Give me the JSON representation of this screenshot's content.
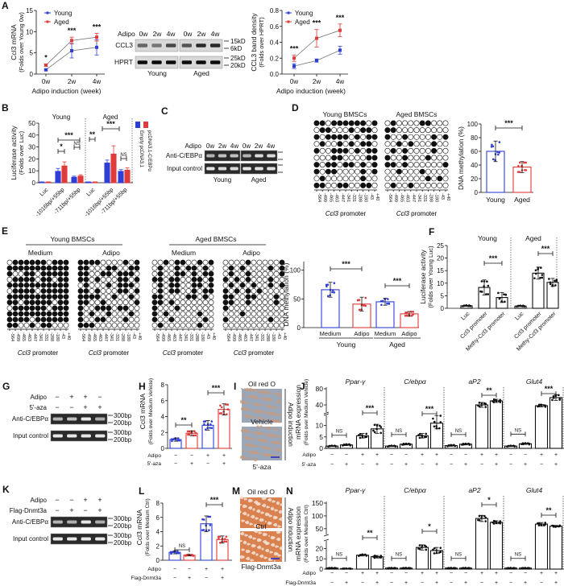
{
  "panel_labels": {
    "A": "A",
    "B": "B",
    "C": "C",
    "D": "D",
    "E": "E",
    "F": "F",
    "G": "G",
    "H": "H",
    "I": "I",
    "J": "J",
    "K": "K",
    "L": "L",
    "M": "M",
    "N": "N"
  },
  "colors": {
    "young": "#2f3fd6",
    "aged": "#e03a3a",
    "ink": "#111111"
  },
  "chart_data": [
    {
      "id": "A1",
      "type": "line",
      "x": [
        "0w",
        "2w",
        "4w"
      ],
      "xlabel": "Adipo induction (week)",
      "ylabel": [
        "Ccl3 mRNA",
        "(Folds over Young 0w)"
      ],
      "ylim": [
        0,
        15
      ],
      "yticks": [
        "0",
        "5",
        "10",
        "15"
      ],
      "legend": "top-left",
      "series": [
        {
          "name": "Young",
          "values": [
            1.0,
            5.5,
            6.3
          ],
          "errors": [
            0.2,
            1.7,
            1.8
          ]
        },
        {
          "name": "Aged",
          "values": [
            2.1,
            7.9,
            8.7
          ],
          "errors": [
            0.3,
            0.8,
            0.9
          ]
        }
      ],
      "significance": [
        "*",
        "***",
        "***"
      ]
    },
    {
      "id": "A2",
      "type": "line",
      "x": [
        "0w",
        "2w",
        "4w"
      ],
      "xlabel": "Adipo induction (week)",
      "ylabel": [
        "CCL3 band density",
        "(Folds over HPRT)"
      ],
      "ylim": [
        0,
        0.8
      ],
      "yticks": [
        "0.0",
        "0.2",
        "0.4",
        "0.6",
        "0.8"
      ],
      "legend": "top-left",
      "series": [
        {
          "name": "Young",
          "values": [
            0.1,
            0.17,
            0.3
          ],
          "errors": [
            0.03,
            0.02,
            0.05
          ]
        },
        {
          "name": "Aged",
          "values": [
            0.2,
            0.45,
            0.55
          ],
          "errors": [
            0.04,
            0.11,
            0.08
          ]
        }
      ],
      "significance": [
        "***",
        "***",
        "***"
      ]
    },
    {
      "id": "B",
      "type": "bar",
      "groups": [
        "Young",
        "Aged"
      ],
      "categories": [
        "Luc",
        "-1016bp/+55bp",
        "-711bp/+55bp"
      ],
      "ylabel": [
        "Luciferase activity",
        "(Folds over Luc)"
      ],
      "ylim": [
        0,
        50
      ],
      "yticks": [
        "0",
        "10",
        "20",
        "30",
        "40",
        "50"
      ],
      "legend": "right",
      "series": [
        {
          "name": "Empty pcDNA3.1",
          "values": [
            [
              0.5,
              9.5,
              4.5
            ],
            [
              0.5,
              16.5,
              9.5
            ]
          ],
          "errors": [
            [
              0.2,
              2.5,
              1.0
            ],
            [
              0.2,
              2.5,
              1.5
            ]
          ]
        },
        {
          "name": "pcDNA3.1-C/EBPα",
          "values": [
            [
              0.5,
              14,
              5.5
            ],
            [
              0.5,
              24,
              10.5
            ]
          ],
          "errors": [
            [
              0.2,
              3.5,
              1.2
            ],
            [
              0.2,
              7,
              2.0
            ]
          ]
        }
      ],
      "significance": [
        [
          "*",
          "***",
          "NS"
        ],
        [
          "**",
          "***",
          "NS"
        ]
      ]
    },
    {
      "id": "D",
      "type": "bar",
      "categories": [
        "Young",
        "Aged"
      ],
      "values": [
        60,
        37
      ],
      "errors": [
        15,
        8
      ],
      "ylabel": [
        "DNA methylation (%)"
      ],
      "ylim": [
        0,
        100
      ],
      "yticks": [
        "0",
        "20",
        "40",
        "60",
        "80",
        "100"
      ],
      "significance": "***"
    },
    {
      "id": "E",
      "type": "bar",
      "groups": [
        "Young",
        "Aged"
      ],
      "categories": [
        "Medium",
        "Adipo"
      ],
      "values": [
        [
          66,
          41
        ],
        [
          45,
          24
        ]
      ],
      "errors": [
        [
          13,
          12
        ],
        [
          6,
          4
        ]
      ],
      "ylabel": [
        "DNA methylation (%)"
      ],
      "ylim": [
        0,
        115
      ],
      "yticks": [
        "0",
        "50",
        "100"
      ],
      "significance": [
        "***",
        "***"
      ]
    },
    {
      "id": "F",
      "type": "bar",
      "groups": [
        "Young",
        "Aged"
      ],
      "categories": [
        "Luc",
        "Ccl3 promoter",
        "Methy-Ccl3 promoter"
      ],
      "values": [
        [
          1,
          8.3,
          4.3
        ],
        [
          0.9,
          14,
          10.3
        ]
      ],
      "errors": [
        [
          0.2,
          3,
          2
        ],
        [
          0.2,
          2.4,
          1.6
        ]
      ],
      "ylabel": [
        "Luciferase activity",
        "(Folds over Young Luc)"
      ],
      "ylim": [
        0,
        25
      ],
      "yticks": [
        "0",
        "5",
        "10",
        "15",
        "20",
        "25"
      ],
      "significance": [
        "***",
        "***"
      ]
    },
    {
      "id": "H",
      "type": "bar",
      "conditions": [
        {
          "name": "Adipo",
          "values": [
            "−",
            "−",
            "+",
            "+"
          ]
        },
        {
          "name": "5'-aza",
          "values": [
            "−",
            "+",
            "−",
            "+"
          ]
        }
      ],
      "values": [
        1.1,
        1.9,
        2.9,
        4.9
      ],
      "errors": [
        0.2,
        0.3,
        0.6,
        0.7
      ],
      "ylabel": [
        "Ccl3 mRNA",
        "(Folds over Medium Vehicle)"
      ],
      "ylim": [
        0,
        8
      ],
      "yticks": [
        "0",
        "2",
        "4",
        "6",
        "8"
      ],
      "significance": [
        "**",
        "***"
      ]
    },
    {
      "id": "J",
      "type": "bar",
      "genes": [
        "Ppar-γ",
        "C/ebpα",
        "aP2",
        "Glut4"
      ],
      "conditions": [
        {
          "name": "Adipo",
          "values": [
            "−",
            "−",
            "+",
            "+"
          ]
        },
        {
          "name": "5'-aza",
          "values": [
            "−",
            "+",
            "−",
            "+"
          ]
        }
      ],
      "values": [
        [
          1,
          1.5,
          5.5,
          8.5
        ],
        [
          1,
          1.8,
          5.5,
          11
        ],
        [
          1.2,
          1.8,
          40,
          50
        ],
        [
          1,
          2,
          38,
          58
        ]
      ],
      "errors": [
        [
          0.2,
          0.3,
          1,
          2
        ],
        [
          0.2,
          0.3,
          1,
          2.5
        ],
        [
          0.3,
          0.3,
          6,
          4
        ],
        [
          0.2,
          0.3,
          3,
          7
        ]
      ],
      "ylabel": [
        "mRNA expression",
        "(Folds over Medium Vehicle)"
      ],
      "yaxis_break": true,
      "yticks_lower": [
        "0",
        "5",
        "10"
      ],
      "yticks_upper": [
        "40",
        "80"
      ],
      "significance": [
        [
          "NS",
          "***"
        ],
        [
          "NS",
          "***"
        ],
        [
          "NS",
          "**"
        ],
        [
          "NS",
          "***"
        ]
      ]
    },
    {
      "id": "L",
      "type": "bar",
      "conditions": [
        {
          "name": "Adipo",
          "values": [
            "−",
            "−",
            "+",
            "+"
          ]
        },
        {
          "name": "Flag-Dnmt3a",
          "values": [
            "−",
            "+",
            "−",
            "+"
          ]
        }
      ],
      "values": [
        1.1,
        0.7,
        5.1,
        2.9
      ],
      "errors": [
        0.2,
        0.1,
        1.1,
        0.5
      ],
      "ylabel": [
        "Ccl3 mRNA",
        "(Folds over Medium Ctrl)"
      ],
      "ylim": [
        0,
        8
      ],
      "yticks": [
        "0",
        "2",
        "4",
        "6",
        "8"
      ],
      "significance": [
        "NS",
        "***"
      ]
    },
    {
      "id": "N",
      "type": "bar",
      "genes": [
        "Ppar-γ",
        "C/ebpα",
        "aP2",
        "Glut4"
      ],
      "conditions": [
        {
          "name": "Adipo",
          "values": [
            "−",
            "−",
            "+",
            "+"
          ]
        },
        {
          "name": "Flag-Dnmt3a",
          "values": [
            "−",
            "+",
            "−",
            "+"
          ]
        }
      ],
      "values": [
        [
          1,
          0.5,
          13.5,
          12
        ],
        [
          1,
          1,
          21,
          18
        ],
        [
          1,
          1,
          90,
          75
        ],
        [
          1,
          1,
          68,
          60
        ]
      ],
      "errors": [
        [
          0.2,
          0.1,
          0.8,
          1.2
        ],
        [
          0.2,
          0.2,
          2.5,
          3
        ],
        [
          0.2,
          0.2,
          12,
          6
        ],
        [
          0.2,
          0.2,
          6,
          3
        ]
      ],
      "ylabel": [
        "mRNA expression",
        "(Folds over Medium Ctrl)"
      ],
      "yaxis_break": true,
      "yticks_lower": [
        "0",
        "10",
        "20"
      ],
      "yticks_upper": [
        "50",
        "100",
        "150"
      ],
      "significance": [
        [
          "NS",
          "**"
        ],
        [
          "NS",
          "*"
        ],
        [
          "NS",
          "*"
        ],
        [
          "NS",
          "**"
        ]
      ]
    }
  ],
  "blot_A": {
    "header": "Adipo",
    "lanes": [
      "0w",
      "2w",
      "4w",
      "0w",
      "2w",
      "4w"
    ],
    "rows": [
      {
        "label": "CCL3",
        "intensity": [
          0.4,
          0.3,
          0.6,
          0.5,
          0.8,
          0.8
        ],
        "markers": [
          "15kD",
          "6kD"
        ]
      },
      {
        "label": "HPRT",
        "intensity": [
          1,
          1,
          1,
          1,
          1,
          1
        ],
        "markers": [
          "25kD",
          "20kD"
        ]
      }
    ],
    "groups": [
      "Young",
      "Aged"
    ]
  },
  "gel_C": {
    "header": "Adipo",
    "lanes": [
      "0w",
      "2w",
      "4w",
      "0w",
      "2w",
      "4w"
    ],
    "rows": [
      {
        "label": "Anti-C/EBPα",
        "intensity": [
          0.5,
          0.6,
          0.6,
          0.5,
          0.8,
          0.8
        ]
      },
      {
        "label": "Input control",
        "intensity": [
          0.9,
          0.8,
          0.8,
          0.9,
          0.85,
          0.85
        ]
      }
    ],
    "markers": [
      "300bp",
      "200bp"
    ],
    "groups": [
      "Young",
      "Aged"
    ]
  },
  "gel_G": {
    "conditions": [
      {
        "name": "Adipo",
        "values": [
          "−",
          "+",
          "+",
          "−"
        ]
      },
      {
        "name": "5'-aza",
        "values": [
          "−",
          "−",
          "+",
          "+"
        ]
      }
    ],
    "rows": [
      {
        "label": "Anti-C/EBPα",
        "intensity": [
          0.5,
          0.6,
          0.9,
          0.45
        ]
      },
      {
        "label": "Input control",
        "intensity": [
          0.9,
          0.9,
          0.9,
          0.9
        ]
      }
    ],
    "markers": [
      "300bp",
      "200bp"
    ]
  },
  "gel_K": {
    "conditions": [
      {
        "name": "Adipo",
        "values": [
          "−",
          "−",
          "+",
          "+"
        ]
      },
      {
        "name": "Flag-Dnmt3a",
        "values": [
          "−",
          "+",
          "−",
          "+"
        ]
      }
    ],
    "rows": [
      {
        "label": "Anti-C/EBPα",
        "intensity": [
          0.5,
          0.45,
          0.9,
          0.45
        ]
      },
      {
        "label": "Input control",
        "intensity": [
          0.9,
          0.9,
          0.9,
          0.9
        ]
      }
    ],
    "markers": [
      "300bp",
      "200bp"
    ]
  },
  "methylation": {
    "positions": [
      "-564",
      "-499",
      "-465",
      "-463",
      "-447",
      "-341",
      "-331",
      "-288",
      "-180",
      "-43",
      "+40"
    ],
    "axis_label_italic": "Ccl3",
    "axis_label_rest": " promoter",
    "D": {
      "titles": [
        "Young BMSCs",
        "Aged BMSCs"
      ],
      "grids": [
        [
          "11011111101",
          "01100010110",
          "10111101011",
          "01001010110",
          "10011101011",
          "00011000011",
          "10110110101",
          "10110000101",
          "01000000100",
          "11001100110"
        ],
        [
          "01000011000",
          "11000000000",
          "10010000101",
          "00101000100",
          "01010000100",
          "10010001000",
          "11010000001",
          "00100010000",
          "00000001010",
          "01001000000"
        ]
      ]
    },
    "E": {
      "groups": [
        "Young BMSCs",
        "Aged BMSCs"
      ],
      "conditions": [
        "Medium",
        "Adipo",
        "Medium",
        "Adipo"
      ],
      "grids": [
        [
          "01111110111",
          "11111111111",
          "10011011111",
          "01111011011",
          "11111111111",
          "01111011111",
          "11111111111",
          "11011111011",
          "01111110111",
          "11111111111",
          "11110111111",
          "11001011000"
        ],
        [
          "11110000101",
          "11000110011",
          "11001101110",
          "11010001101",
          "01000101110",
          "11010001101",
          "11110010010",
          "11001000001",
          "10011101100",
          "10100100010",
          "10011000100",
          "11100000000"
        ],
        [
          "00101100101",
          "01001011010",
          "01001101011",
          "11011001101",
          "01011001101",
          "01011001011",
          "11000011010",
          "11010000000",
          "10001000000",
          "10100000100",
          "10010000010",
          "01000000100"
        ],
        [
          "00001000001",
          "01010000101",
          "01001000001",
          "10101000100",
          "01010100101",
          "10101010000",
          "11001100010",
          "11001000010",
          "10000000000",
          "00010000000",
          "10000000100",
          "00000000000"
        ]
      ]
    }
  },
  "micrographs": {
    "I": {
      "title": "Oil red O",
      "labels": [
        "Vehicle",
        "5'-aza"
      ],
      "side": "Adipo induction",
      "tint": "#9aa7b8",
      "spot": "#c89a7a"
    },
    "M": {
      "title": "Oil red O",
      "labels": [
        "Ctrl",
        "Flag-Dnmt3a"
      ],
      "side": "Adipo induction",
      "tint": "#d9824f",
      "spot": "#f4e6dc"
    }
  }
}
